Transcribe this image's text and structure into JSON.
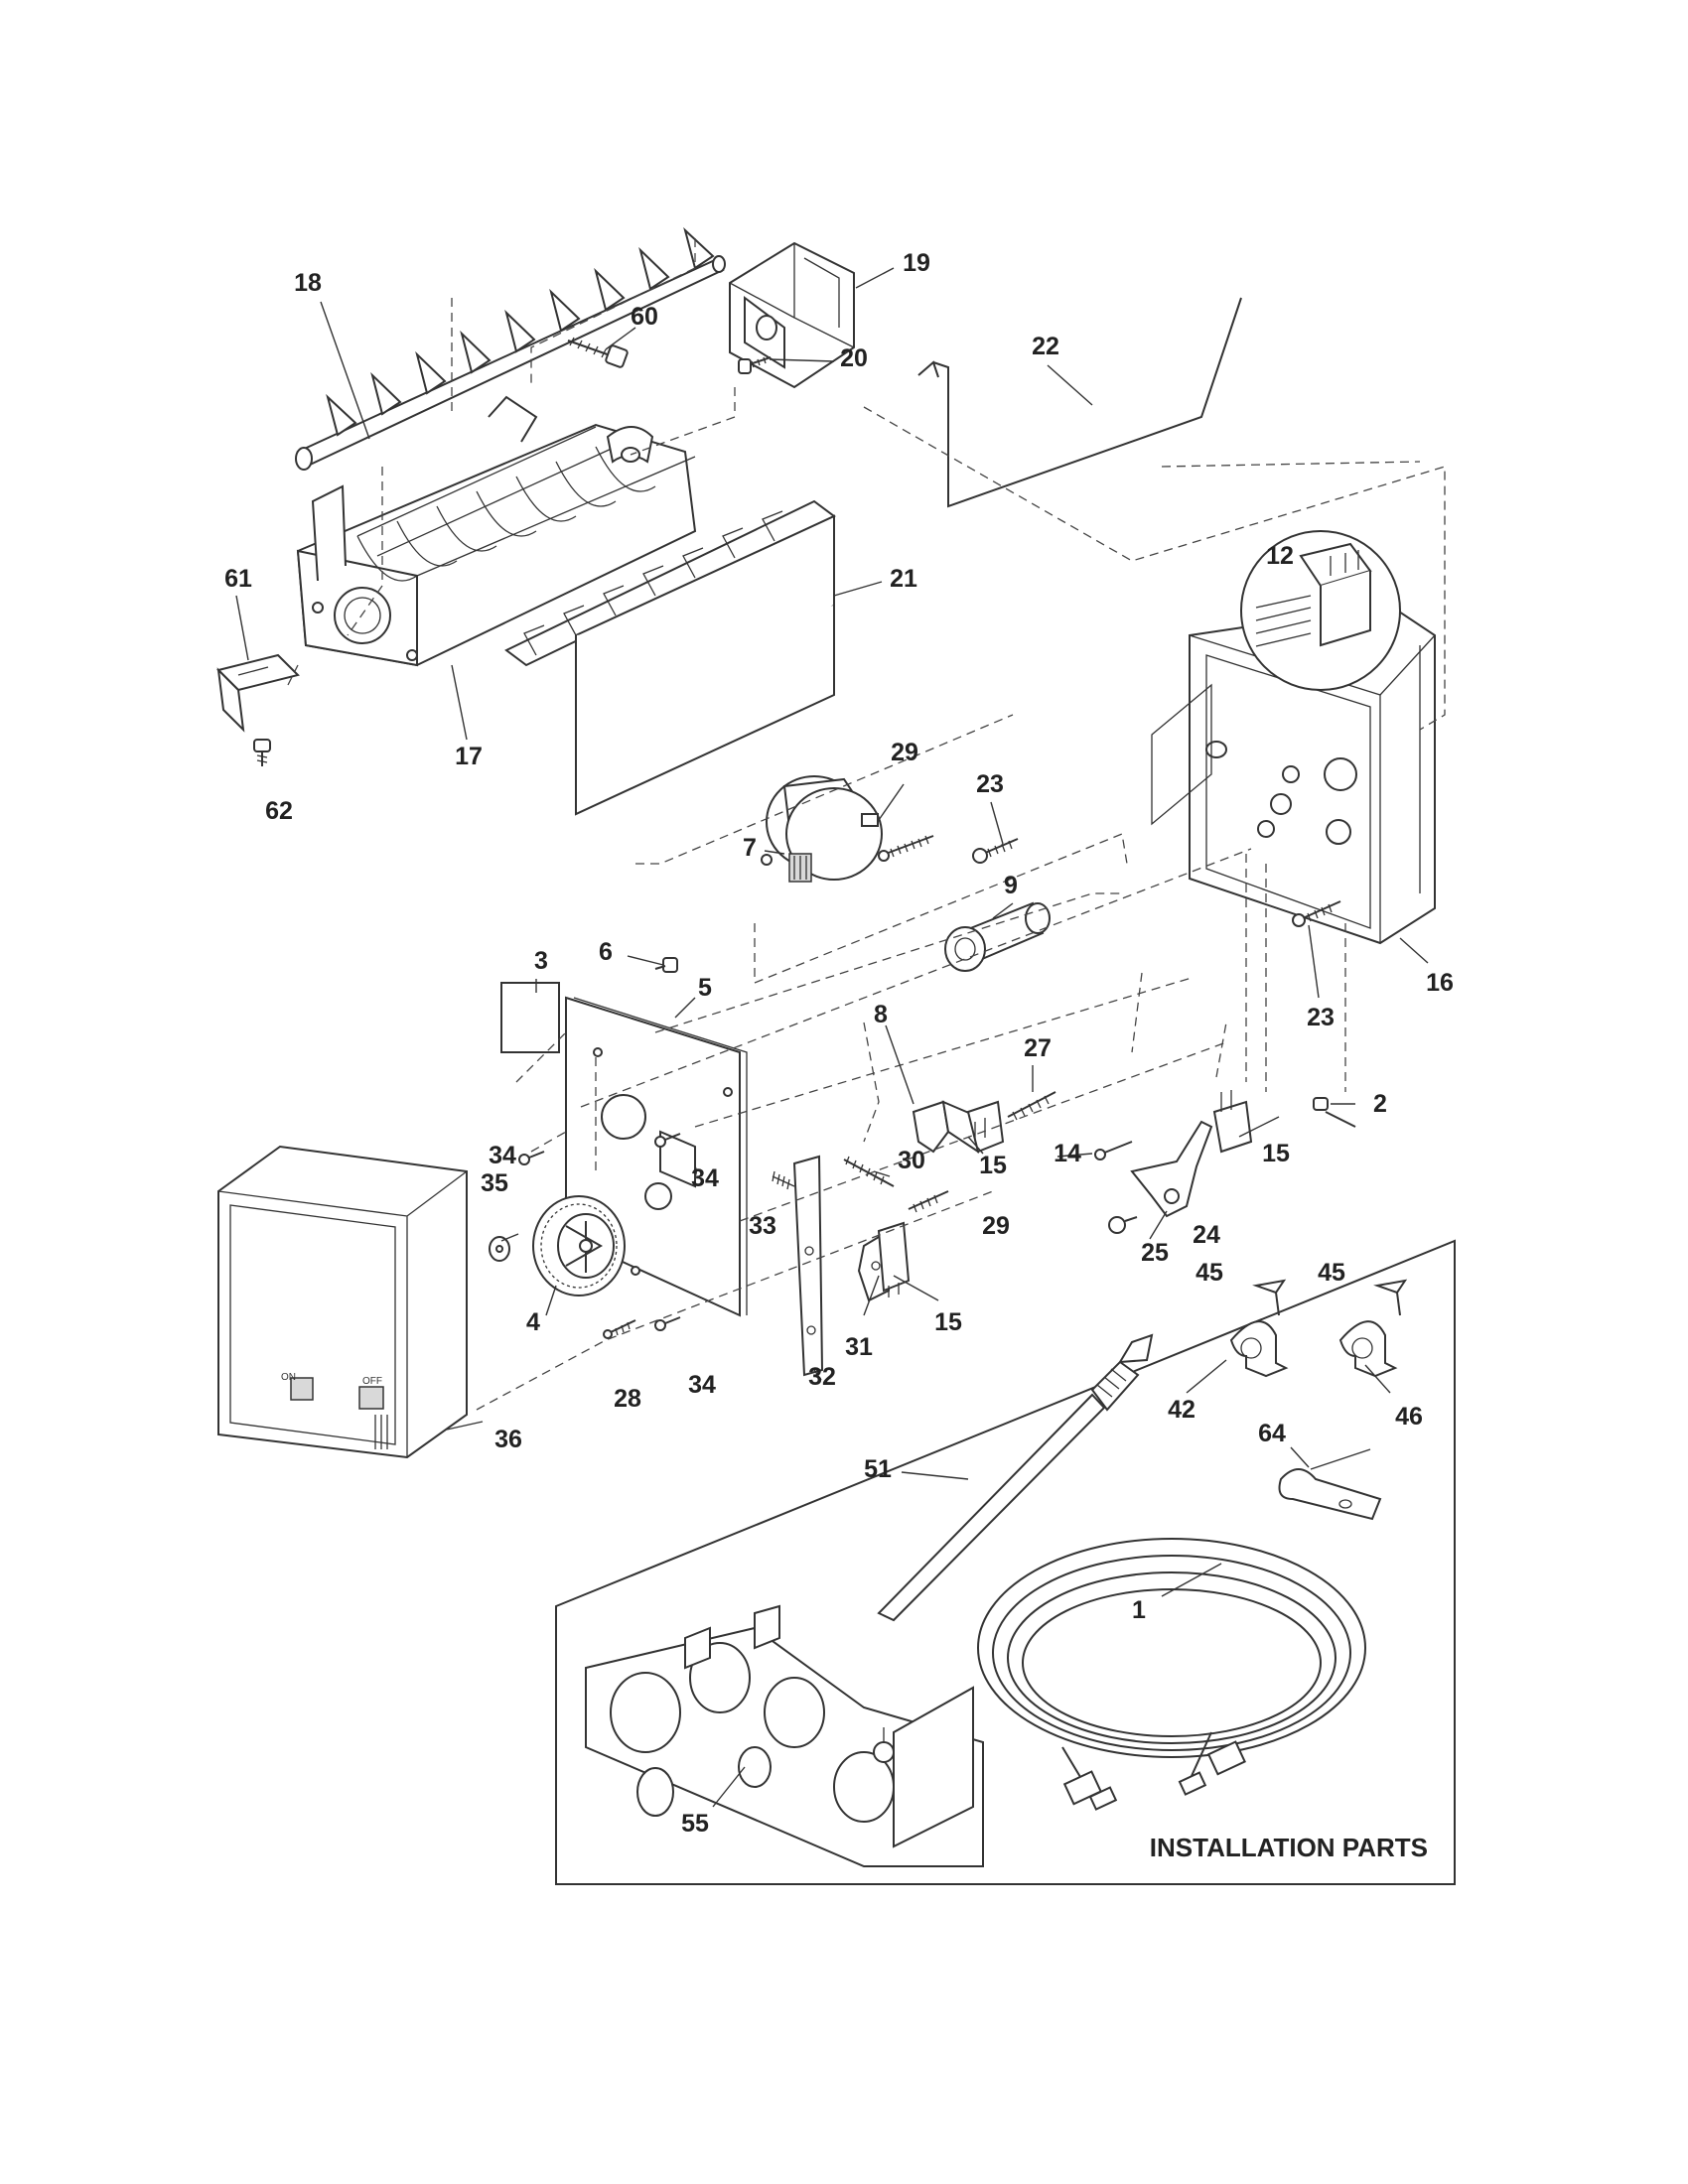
{
  "installation_box": {
    "title": "INSTALLATION PARTS"
  },
  "box_labels": {
    "switch_on": "ON",
    "switch_off": "OFF"
  },
  "callouts": [
    {
      "id": "c18",
      "text": "18"
    },
    {
      "id": "c60",
      "text": "60"
    },
    {
      "id": "c19",
      "text": "19"
    },
    {
      "id": "c22",
      "text": "22"
    },
    {
      "id": "c20",
      "text": "20"
    },
    {
      "id": "c21",
      "text": "21"
    },
    {
      "id": "c61",
      "text": "61"
    },
    {
      "id": "c17",
      "text": "17"
    },
    {
      "id": "c62",
      "text": "62"
    },
    {
      "id": "c12",
      "text": "12"
    },
    {
      "id": "c29a",
      "text": "29"
    },
    {
      "id": "c23a",
      "text": "23"
    },
    {
      "id": "c7",
      "text": "7"
    },
    {
      "id": "c9",
      "text": "9"
    },
    {
      "id": "c23b",
      "text": "23"
    },
    {
      "id": "c16",
      "text": "16"
    },
    {
      "id": "c3",
      "text": "3"
    },
    {
      "id": "c6",
      "text": "6"
    },
    {
      "id": "c5",
      "text": "5"
    },
    {
      "id": "c8",
      "text": "8"
    },
    {
      "id": "c27",
      "text": "27"
    },
    {
      "id": "c2",
      "text": "2"
    },
    {
      "id": "c34a",
      "text": "34"
    },
    {
      "id": "c15a",
      "text": "15"
    },
    {
      "id": "c14",
      "text": "14"
    },
    {
      "id": "c15b",
      "text": "15"
    },
    {
      "id": "c30",
      "text": "30"
    },
    {
      "id": "c35",
      "text": "35"
    },
    {
      "id": "c34b",
      "text": "34"
    },
    {
      "id": "c33",
      "text": "33"
    },
    {
      "id": "c29b",
      "text": "29"
    },
    {
      "id": "c25",
      "text": "25"
    },
    {
      "id": "c24",
      "text": "24"
    },
    {
      "id": "c4",
      "text": "4"
    },
    {
      "id": "c15c",
      "text": "15"
    },
    {
      "id": "c31",
      "text": "31"
    },
    {
      "id": "c45a",
      "text": "45"
    },
    {
      "id": "c45b",
      "text": "45"
    },
    {
      "id": "c28",
      "text": "28"
    },
    {
      "id": "c34c",
      "text": "34"
    },
    {
      "id": "c32",
      "text": "32"
    },
    {
      "id": "c42",
      "text": "42"
    },
    {
      "id": "c46",
      "text": "46"
    },
    {
      "id": "c36",
      "text": "36"
    },
    {
      "id": "c64",
      "text": "64"
    },
    {
      "id": "c51",
      "text": "51"
    },
    {
      "id": "c1",
      "text": "1"
    },
    {
      "id": "c55",
      "text": "55"
    }
  ]
}
